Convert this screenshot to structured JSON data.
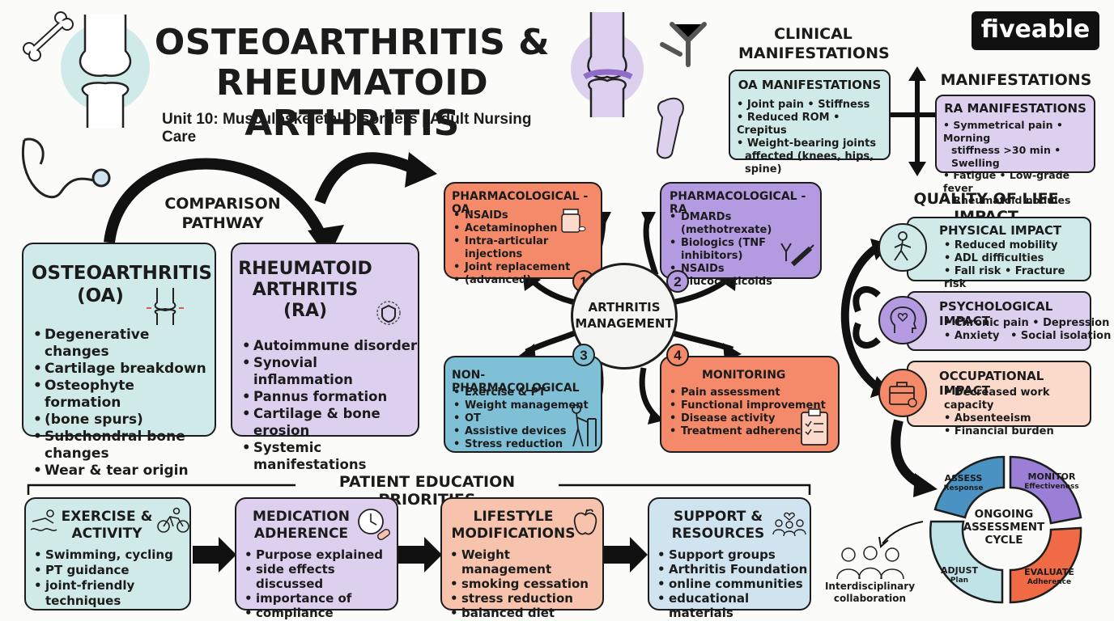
{
  "title": {
    "line1": "OSTEOARTHRITIS &",
    "line2": "RHEUMATOID ARTHRITIS",
    "subtitle": "Unit 10: Musculoskeletal Disorders | Adult Nursing Care"
  },
  "brand": {
    "name": "fiveable"
  },
  "comparison": {
    "label_line1": "COMPARISON",
    "label_line2": "PATHWAY"
  },
  "oa": {
    "title_line1": "OSTEOARTHRITIS",
    "title_line2": "(OA)",
    "items": [
      "Degenerative changes",
      "Cartilage breakdown",
      "Osteophyte formation",
      "(bone spurs)",
      "Subchondral bone changes",
      "Wear & tear origin"
    ]
  },
  "ra": {
    "title_line1": "RHEUMATOID",
    "title_line2": "ARTHRITIS",
    "title_line3": "(RA)",
    "items": [
      "Autoimmune disorder",
      "Synovial inflammation",
      "Pannus formation",
      "Cartilage & bone erosion",
      "Systemic manifestations"
    ]
  },
  "management": {
    "center_line1": "ARTHRITIS",
    "center_line2": "MANAGEMENT",
    "pharm_oa": {
      "title": "PHARMACOLOGICAL - OA",
      "items": [
        "NSAIDs",
        "Acetaminophen",
        "Intra-articular injections",
        "Joint replacement",
        "(advanced)"
      ],
      "num": "1"
    },
    "pharm_ra": {
      "title": "PHARMACOLOGICAL - RA",
      "items": [
        "DMARDs (methotrexate)",
        "Biologics (TNF inhibitors)",
        "NSAIDs",
        "Glucocorticoids"
      ],
      "num": "2"
    },
    "nonpharm": {
      "title": "NON-PHARMACOLOGICAL",
      "items": [
        "Exercise & PT",
        "Weight management",
        "OT",
        "Assistive devices",
        "Stress reduction"
      ],
      "num": "3"
    },
    "monitoring": {
      "title": "MONITORING",
      "items": [
        "Pain assessment",
        "Functional improvement",
        "Disease activity",
        "Treatment adherence"
      ],
      "num": "4"
    }
  },
  "clinical": {
    "title_line1": "CLINICAL",
    "title_line2": "MANIFESTATIONS",
    "side_label": "MANIFESTATIONS",
    "oa": {
      "title": "OA MANIFESTATIONS",
      "lines": [
        "• Joint pain • Stiffness",
        "• Reduced ROM • Crepitus",
        "• Weight-bearing joints",
        "affected (knees, hips, spine)"
      ]
    },
    "ra": {
      "title": "RA MANIFESTATIONS",
      "lines": [
        "• Symmetrical pain • Morning",
        "stiffness >30 min • Swelling",
        "• Fatigue • Low-grade fever",
        "• Rheumatoid nodules"
      ]
    }
  },
  "qol": {
    "title": "QUALITY OF LIFE IMPACT",
    "physical": {
      "title": "PHYSICAL IMPACT",
      "lines": [
        "• Reduced mobility",
        "• ADL difficulties",
        "• Fall risk • Fracture risk"
      ]
    },
    "psych": {
      "title": "PSYCHOLOGICAL IMPACT",
      "lines": [
        "• Chronic pain • Depression",
        "• Anxiety   • Social isolation"
      ]
    },
    "occ": {
      "title": "OCCUPATIONAL IMPACT",
      "lines": [
        "• Decreased work capacity",
        "• Absenteeism",
        "• Financial burden"
      ]
    }
  },
  "cycle": {
    "center_line1": "ONGOING",
    "center_line2": "ASSESSMENT",
    "center_line3": "CYCLE",
    "assess": {
      "title": "ASSESS",
      "sub": "Response"
    },
    "monitor": {
      "title": "MONITOR",
      "sub": "Effectiveness"
    },
    "evaluate": {
      "title": "EVALUATE",
      "sub": "Adherence"
    },
    "adjust": {
      "title": "ADJUST",
      "sub": "Plan"
    },
    "collab_line1": "Interdisciplinary",
    "collab_line2": "collaboration"
  },
  "education": {
    "title": "PATIENT EDUCATION PRIORITIES",
    "exercise": {
      "title_line1": "EXERCISE &",
      "title_line2": "ACTIVITY",
      "items": [
        "Swimming, cycling",
        "PT guidance",
        "joint-friendly techniques"
      ]
    },
    "medication": {
      "title_line1": "MEDICATION",
      "title_line2": "ADHERENCE",
      "items": [
        "Purpose explained",
        "side effects discussed",
        "importance of",
        "compliance"
      ]
    },
    "lifestyle": {
      "title_line1": "LIFESTYLE",
      "title_line2": "MODIFICATIONS",
      "items": [
        "Weight management",
        "smoking cessation",
        "stress reduction",
        "balanced diet"
      ]
    },
    "support": {
      "title_line1": "SUPPORT &",
      "title_line2": "RESOURCES",
      "items": [
        "Support groups",
        "Arthritis Foundation",
        "online communities",
        "educational materials"
      ]
    }
  },
  "colors": {
    "teal": "#cfeae8",
    "purple": "#ddd0ef",
    "orange": "#f58a6b",
    "violet": "#b49ae0",
    "blue": "#7fc0d6",
    "salmon": "#f8c3ac"
  }
}
